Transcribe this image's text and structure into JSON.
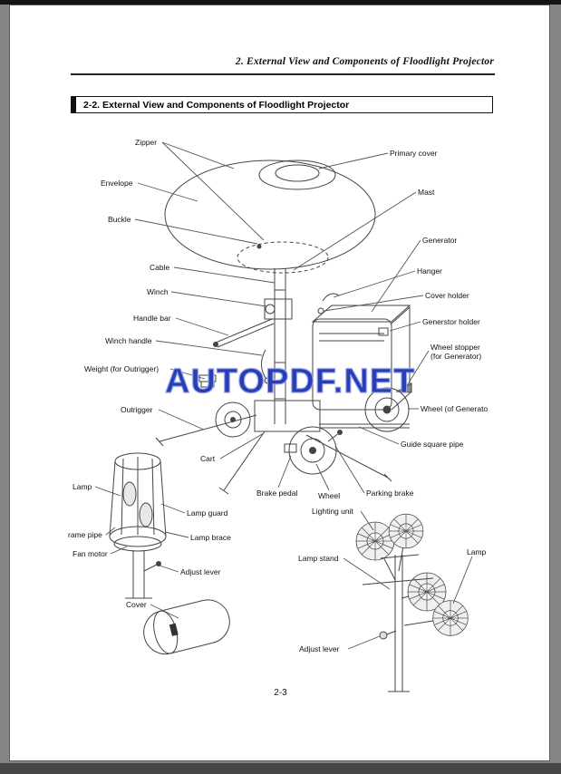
{
  "chrome": {
    "header": "2. External View and Components of Floodlight Projector",
    "section_title": "2-2. External View and Components of Floodlight Projector",
    "watermark": "AUTOPDF.NET",
    "page_number": "2-3",
    "watermark_color": "#2b3db4"
  },
  "diagram": {
    "labels": [
      {
        "id": "zipper",
        "text": "Zipper"
      },
      {
        "id": "envelope",
        "text": "Envelope"
      },
      {
        "id": "buckle",
        "text": "Buckle"
      },
      {
        "id": "cable",
        "text": "Cable"
      },
      {
        "id": "winch",
        "text": "Winch"
      },
      {
        "id": "handle-bar",
        "text": "Handle bar"
      },
      {
        "id": "winch-handle",
        "text": "Winch handle"
      },
      {
        "id": "weight-for-outrigger",
        "text": "Weight (for Outrigger)"
      },
      {
        "id": "outrigger",
        "text": "Outrigger"
      },
      {
        "id": "cart",
        "text": "Cart"
      },
      {
        "id": "lamp-left",
        "text": "Lamp"
      },
      {
        "id": "lamp-guard",
        "text": "Lamp guard"
      },
      {
        "id": "frame-pipe",
        "text": "rame pipe"
      },
      {
        "id": "lamp-brace",
        "text": "Lamp brace"
      },
      {
        "id": "fan-motor",
        "text": "Fan motor"
      },
      {
        "id": "adjust-lever-left",
        "text": "Adjust lever"
      },
      {
        "id": "cover",
        "text": "Cover"
      },
      {
        "id": "primary-cover",
        "text": "Primary cover"
      },
      {
        "id": "mast",
        "text": "Mast"
      },
      {
        "id": "generator",
        "text": "Generator"
      },
      {
        "id": "hanger",
        "text": "Hanger"
      },
      {
        "id": "cover-holder",
        "text": "Cover holder"
      },
      {
        "id": "generator-holder",
        "text": "Generstor holder"
      },
      {
        "id": "wheel-stopper",
        "text": "Wheel stopper\n(for Generator)"
      },
      {
        "id": "wheel-of-generator",
        "text": "Wheel (of Generato"
      },
      {
        "id": "guide-square-pipe",
        "text": "Guide square pipe"
      },
      {
        "id": "brake-pedal",
        "text": "Brake pedal"
      },
      {
        "id": "wheel",
        "text": "Wheel"
      },
      {
        "id": "parking-brake",
        "text": "Parking brake"
      },
      {
        "id": "lighting-unit",
        "text": "Lighting unit"
      },
      {
        "id": "lamp-stand",
        "text": "Lamp stand"
      },
      {
        "id": "lamp-right",
        "text": "Lamp"
      },
      {
        "id": "adjust-lever-right",
        "text": "Adjust lever"
      }
    ]
  }
}
